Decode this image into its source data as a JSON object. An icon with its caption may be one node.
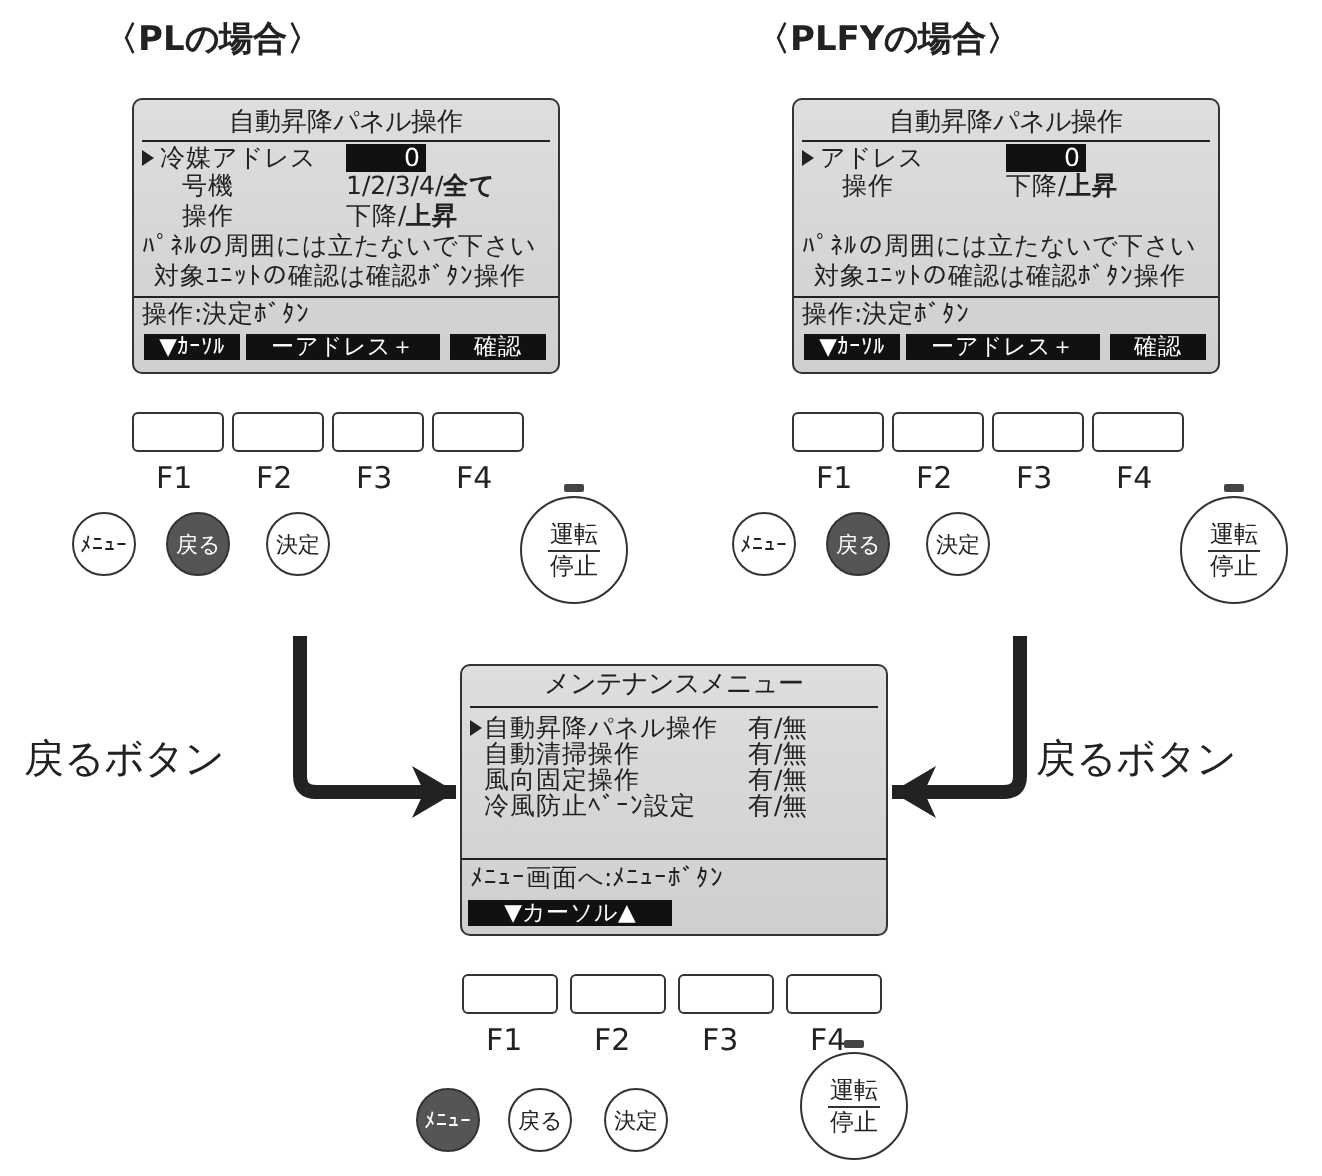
{
  "diagram": {
    "nodes": [
      {
        "text": [
          "自動昇降パネル操作",
          "冷媒アドレス",
          "0",
          "号機",
          "1/2/3/4/**全て**",
          "操作",
          "下降/**上昇**",
          "ﾊﾟﾈﾙの周囲には立たないで下さい",
          "対象ﾕﾆｯﾄの確認は確認ﾎﾞﾀﾝ操作",
          "操作:決定ﾎﾞﾀﾝ"
        ]
      },
      {
        "text": [
          "▼ｶｰｿﾙ"
        ],
        "in": 0
      },
      {
        "text": [
          "ーアドレス＋"
        ],
        "in": 0
      },
      {
        "text": [
          "確認"
        ],
        "in": 0
      },
      {
        "text": [],
        "shape": "box",
        "beside": [
          "F1"
        ]
      },
      {
        "text": [],
        "shape": "box",
        "beside": [
          "F2"
        ]
      },
      {
        "text": [],
        "shape": "box",
        "beside": [
          "F3"
        ]
      },
      {
        "text": [],
        "shape": "box",
        "beside": [
          "F4"
        ]
      },
      {
        "text": [
          "ﾒﾆｭｰ"
        ]
      },
      {
        "text": [
          "戻る"
        ]
      },
      {
        "text": [
          "決定"
        ]
      },
      {
        "text": [
          "運転",
          "停止"
        ]
      },
      {
        "text": [
          "自動昇降パネル操作",
          "アドレス",
          "0",
          "操作",
          "下降/**上昇**",
          "ﾊﾟﾈﾙの周囲には立たないで下さい",
          "対象ﾕﾆｯﾄの確認は確認ﾎﾞﾀﾝ操作",
          "操作:決定ﾎﾞﾀﾝ"
        ]
      },
      {
        "text": [
          "▼ｶｰｿﾙ"
        ],
        "in": 12
      },
      {
        "text": [
          "ーアドレス＋"
        ],
        "in": 12
      },
      {
        "text": [
          "確認"
        ],
        "in": 12
      },
      {
        "text": [],
        "shape": "box",
        "beside": [
          "F1"
        ]
      },
      {
        "text": [],
        "shape": "box",
        "beside": [
          "F2"
        ]
      },
      {
        "text": [],
        "shape": "box",
        "beside": [
          "F3"
        ]
      },
      {
        "text": [],
        "shape": "box",
        "beside": [
          "F4"
        ]
      },
      {
        "text": [
          "ﾒﾆｭｰ"
        ]
      },
      {
        "text": [
          "戻る"
        ]
      },
      {
        "text": [
          "決定"
        ]
      },
      {
        "text": [
          "運転",
          "停止"
        ]
      },
      {
        "text": [
          "メンテナンスメニュー",
          "自動昇降パネル操作",
          "有/無",
          "自動清掃操作",
          "有/無",
          "風向固定操作",
          "有/無",
          "冷風防止ﾍﾞｰﾝ設定",
          "有/無",
          "ﾒﾆｭｰ画面へ:ﾒﾆｭｰﾎﾞﾀﾝ"
        ]
      },
      {
        "text": [
          "▼カーソル▲"
        ],
        "in": 24
      },
      {
        "text": [],
        "shape": "box",
        "beside": [
          "F1"
        ]
      },
      {
        "text": [],
        "shape": "box",
        "beside": [
          "F2"
        ]
      },
      {
        "text": [],
        "shape": "box",
        "beside": [
          "F3"
        ]
      },
      {
        "text": [],
        "shape": "box",
        "beside": [
          "F4"
        ]
      },
      {
        "text": [
          "ﾒﾆｭｰ"
        ]
      },
      {
        "text": [
          "戻る"
        ]
      },
      {
        "text": [
          "決定"
        ]
      },
      {
        "text": [
          "運転",
          "停止"
        ]
      }
    ],
    "edges": [
      {
        "from": null,
        "to": 24,
        "arrow": "to",
        "label": "戻るボタン"
      },
      {
        "from": null,
        "to": 24,
        "arrow": "to",
        "label": "戻るボタン"
      }
    ],
    "labels": [
      "〈PLの場合〉",
      "〈PLFYの場合〉"
    ]
  }
}
